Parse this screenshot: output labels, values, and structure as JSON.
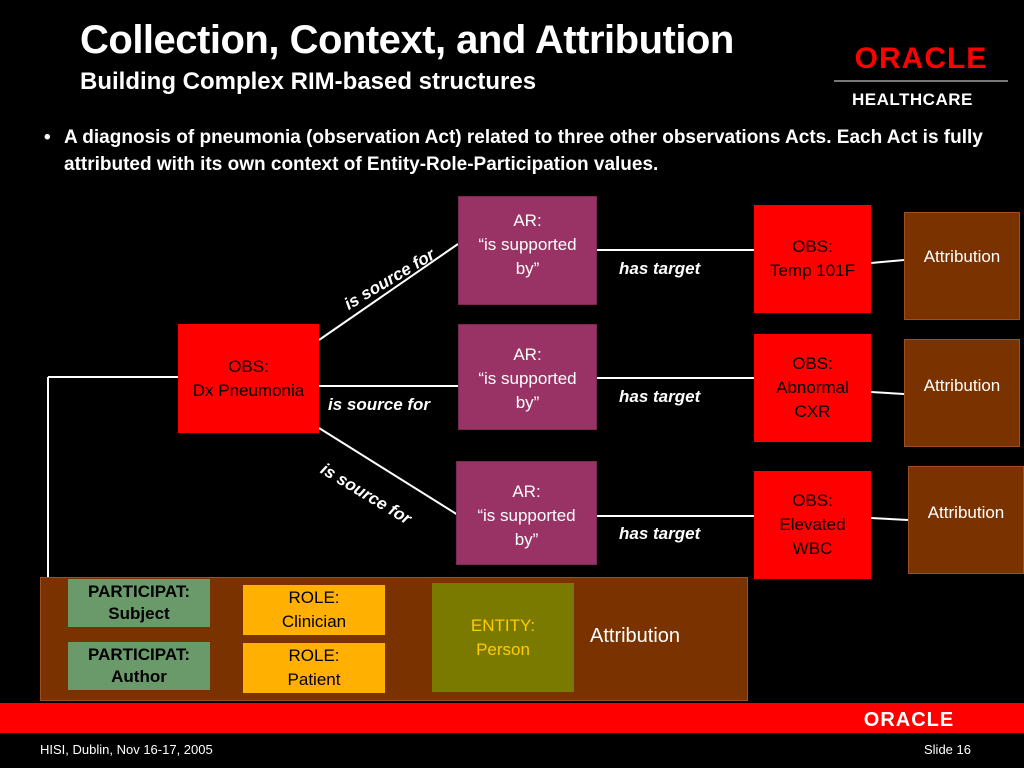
{
  "header": {
    "title": "Collection, Context, and Attribution",
    "subtitle": "Building Complex RIM-based structures"
  },
  "logo": {
    "brand": "ORACLE",
    "sub": "HEALTHCARE"
  },
  "bullet": {
    "marker": "•",
    "text": "A diagnosis of pneumonia (observation Act) related to three other observations Acts. Each Act is fully attributed with its own context of Entity-Role-Participation values."
  },
  "diagram": {
    "obs_dx": {
      "line1": "OBS:",
      "line2": "Dx Pneumonia"
    },
    "ar": [
      {
        "line1": "AR:",
        "line2": "“is supported",
        "line3": "by”"
      },
      {
        "line1": "AR:",
        "line2": "“is supported",
        "line3": "by”"
      },
      {
        "line1": "AR:",
        "line2": "“is supported",
        "line3": "by”"
      }
    ],
    "source_labels": [
      "is source for",
      "is source for",
      "is source for"
    ],
    "target_labels": [
      "has target",
      "has target",
      "has target"
    ],
    "obs": [
      {
        "line1": "OBS:",
        "line2": "Temp 101F",
        "line3": ""
      },
      {
        "line1": "OBS:",
        "line2": "Abnormal",
        "line3": "CXR"
      },
      {
        "line1": "OBS:",
        "line2": "Elevated",
        "line3": "WBC"
      }
    ],
    "attribution": [
      "Attribution",
      "Attribution",
      "Attribution"
    ],
    "panel": {
      "participations": [
        {
          "line1": "PARTICIPAT:",
          "line2": "Subject"
        },
        {
          "line1": "PARTICIPAT:",
          "line2": "Author"
        }
      ],
      "roles": [
        {
          "line1": "ROLE:",
          "line2": "Clinician"
        },
        {
          "line1": "ROLE:",
          "line2": "Patient"
        }
      ],
      "entity": {
        "line1": "ENTITY:",
        "line2": "Person"
      },
      "label": "Attribution"
    }
  },
  "footer": {
    "left": "HISI, Dublin, Nov 16-17, 2005",
    "right": "Slide 16",
    "brand": "ORACLE"
  },
  "colors": {
    "obs_red": "#ff0000",
    "ar_purple": "#993366",
    "attribution_brown": "#7a3300",
    "participation_green": "#6a9a6a",
    "role_orange": "#ffb000",
    "entity_olive": "#7a7a00"
  }
}
